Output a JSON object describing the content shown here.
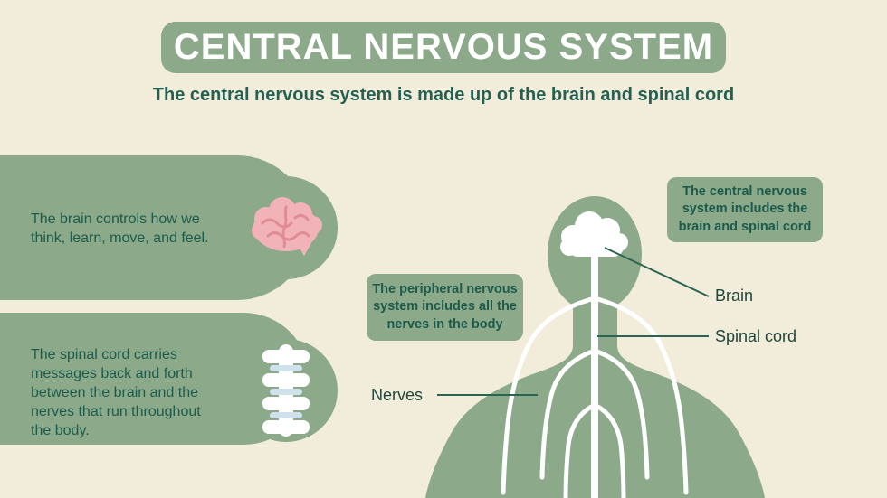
{
  "header": {
    "title": "CENTRAL NERVOUS SYSTEM",
    "subtitle": "The central nervous system is made up of the brain and spinal cord"
  },
  "callouts": {
    "brain": {
      "text": "The brain controls how we think, learn, move, and feel.",
      "icon": "brain-icon"
    },
    "spinal": {
      "text": "The spinal cord carries messages back and forth between the brain and the nerves that run throughout the body.",
      "icon": "spine-icon"
    }
  },
  "notes": {
    "peripheral": "The peripheral nervous system includes all the nerves in the body",
    "central": "The central nervous system includes the brain and spinal cord"
  },
  "labels": {
    "brain": "Brain",
    "spinal_cord": "Spinal cord",
    "nerves": "Nerves"
  },
  "colors": {
    "background": "#f2edda",
    "sage_green": "#8ca98a",
    "dark_green_text": "#1c5b4b",
    "subtitle_green": "#256052",
    "title_text": "#ffffff",
    "pointer_line": "#2b6354",
    "brain_pink": "#f2b3b8",
    "brain_pink_dark": "#e08c95",
    "spine_disc_blue": "#cfe2ec",
    "body_nerves": "#ffffff"
  }
}
